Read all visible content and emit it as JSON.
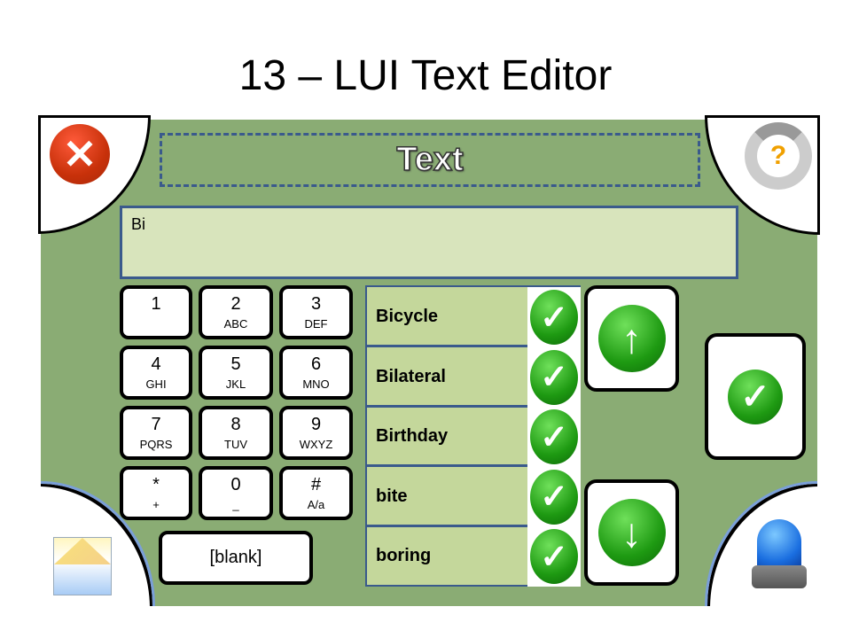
{
  "title": "13 – LUI Text Editor",
  "header": {
    "label": "Text"
  },
  "input": {
    "value": "Bi"
  },
  "keys": [
    {
      "d": "1",
      "l": ""
    },
    {
      "d": "2",
      "l": "ABC"
    },
    {
      "d": "3",
      "l": "DEF"
    },
    {
      "d": "4",
      "l": "GHI"
    },
    {
      "d": "5",
      "l": "JKL"
    },
    {
      "d": "6",
      "l": "MNO"
    },
    {
      "d": "7",
      "l": "PQRS"
    },
    {
      "d": "8",
      "l": "TUV"
    },
    {
      "d": "9",
      "l": "WXYZ"
    },
    {
      "d": "*",
      "l": "+"
    },
    {
      "d": "0",
      "l": "_"
    },
    {
      "d": "#",
      "l": "A/a"
    }
  ],
  "blank_label": "[blank]",
  "suggestions": [
    "Bicycle",
    "Bilateral",
    "Birthday",
    "bite",
    "boring"
  ],
  "colors": {
    "panel": "#8aac74",
    "input": "#d8e4bc",
    "list": "#c4d79b",
    "border": "#3a5a8c"
  }
}
